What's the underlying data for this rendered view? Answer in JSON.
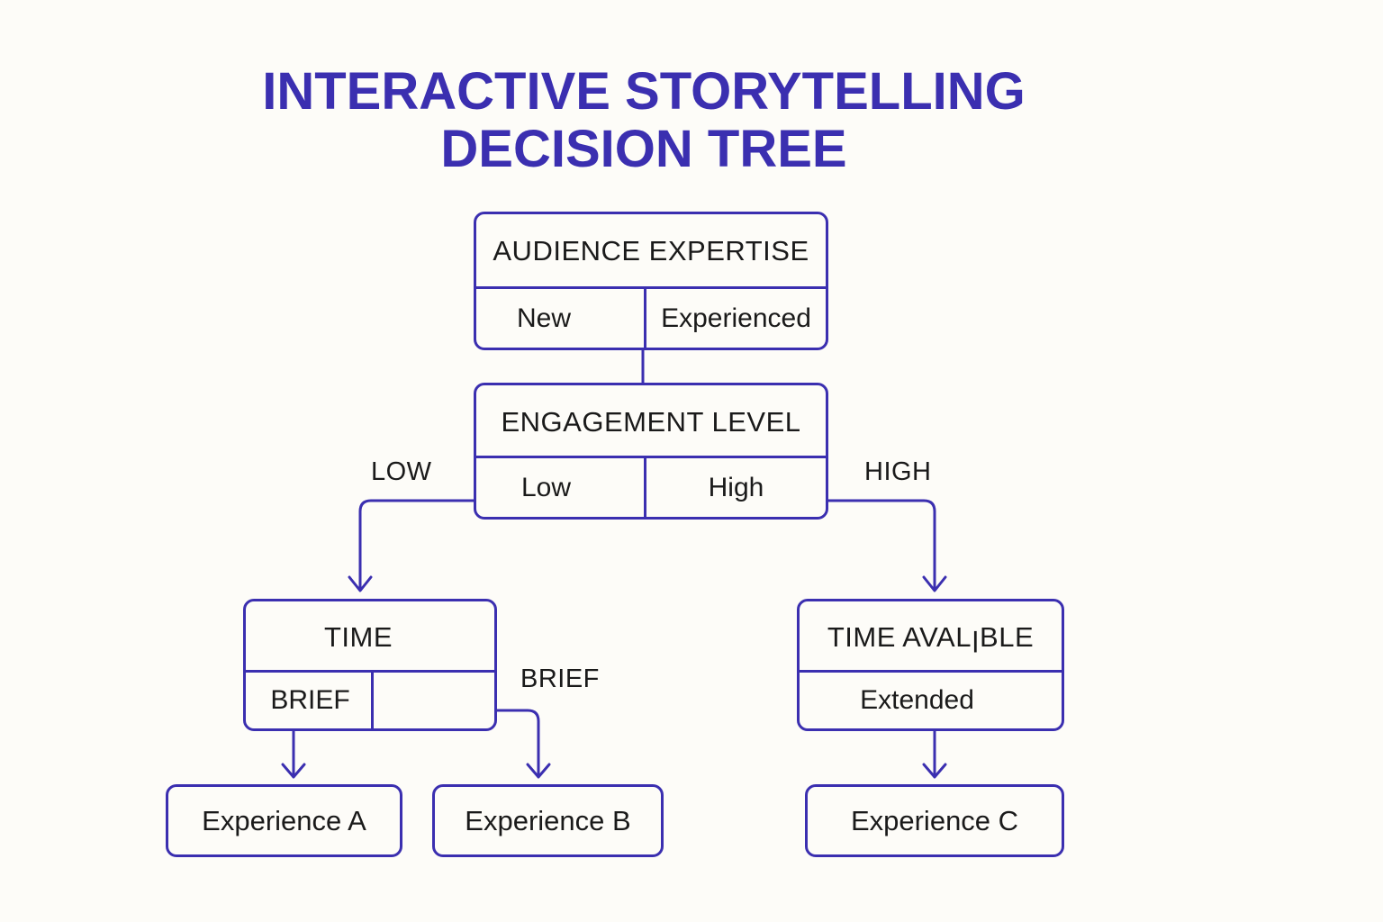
{
  "title": {
    "line1": "INTERACTIVE STORYTELLING",
    "line2": "DECISION TREE"
  },
  "colors": {
    "title": "#3b2fb0",
    "stroke": "#3b2fb0",
    "background": "#fdfcf8",
    "text": "#1a1a1a"
  },
  "nodes": {
    "audience": {
      "heading": "AUDIENCE EXPERTISE",
      "options": [
        "New",
        "Experienced"
      ]
    },
    "engagement": {
      "heading": "ENGAGEMENT LEVEL",
      "options": [
        "Low",
        "High"
      ]
    },
    "time": {
      "heading": "TIME",
      "options": [
        "BRIEF",
        ""
      ]
    },
    "time_available": {
      "heading": "TIME AVALꞁBLE",
      "options": [
        "Extended"
      ]
    }
  },
  "edge_labels": {
    "low": "LOW",
    "high": "HIGH",
    "brief": "BRIEF"
  },
  "outcomes": [
    "Experience A",
    "Experience B",
    "Experience C"
  ]
}
